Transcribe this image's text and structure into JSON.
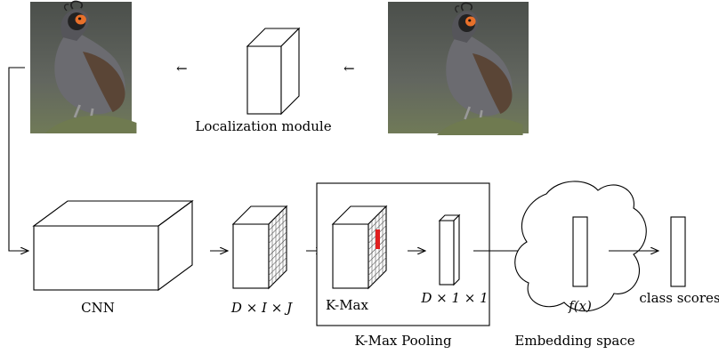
{
  "labels": {
    "localization_module": "Localization module",
    "cnn": "CNN",
    "feature_dims": "D × I × J",
    "kmax": "K-Max",
    "pooled_dims": "D × 1 × 1",
    "kmax_pooling": "K-Max Pooling",
    "embedding_fn": "f(x)",
    "embedding_space": "Embedding space",
    "class_scores": "class scores"
  },
  "arrows": {
    "glyph": "←"
  },
  "colors": {
    "stroke": "#000000",
    "highlight": "#e02020",
    "bird_body": "#6b6b70",
    "bird_head_accent": "#e8702a",
    "photo_background": "#5a5d58"
  },
  "icons": {
    "input_photo": "bird-photo-icon",
    "cropped_photo": "bird-photo-icon"
  }
}
